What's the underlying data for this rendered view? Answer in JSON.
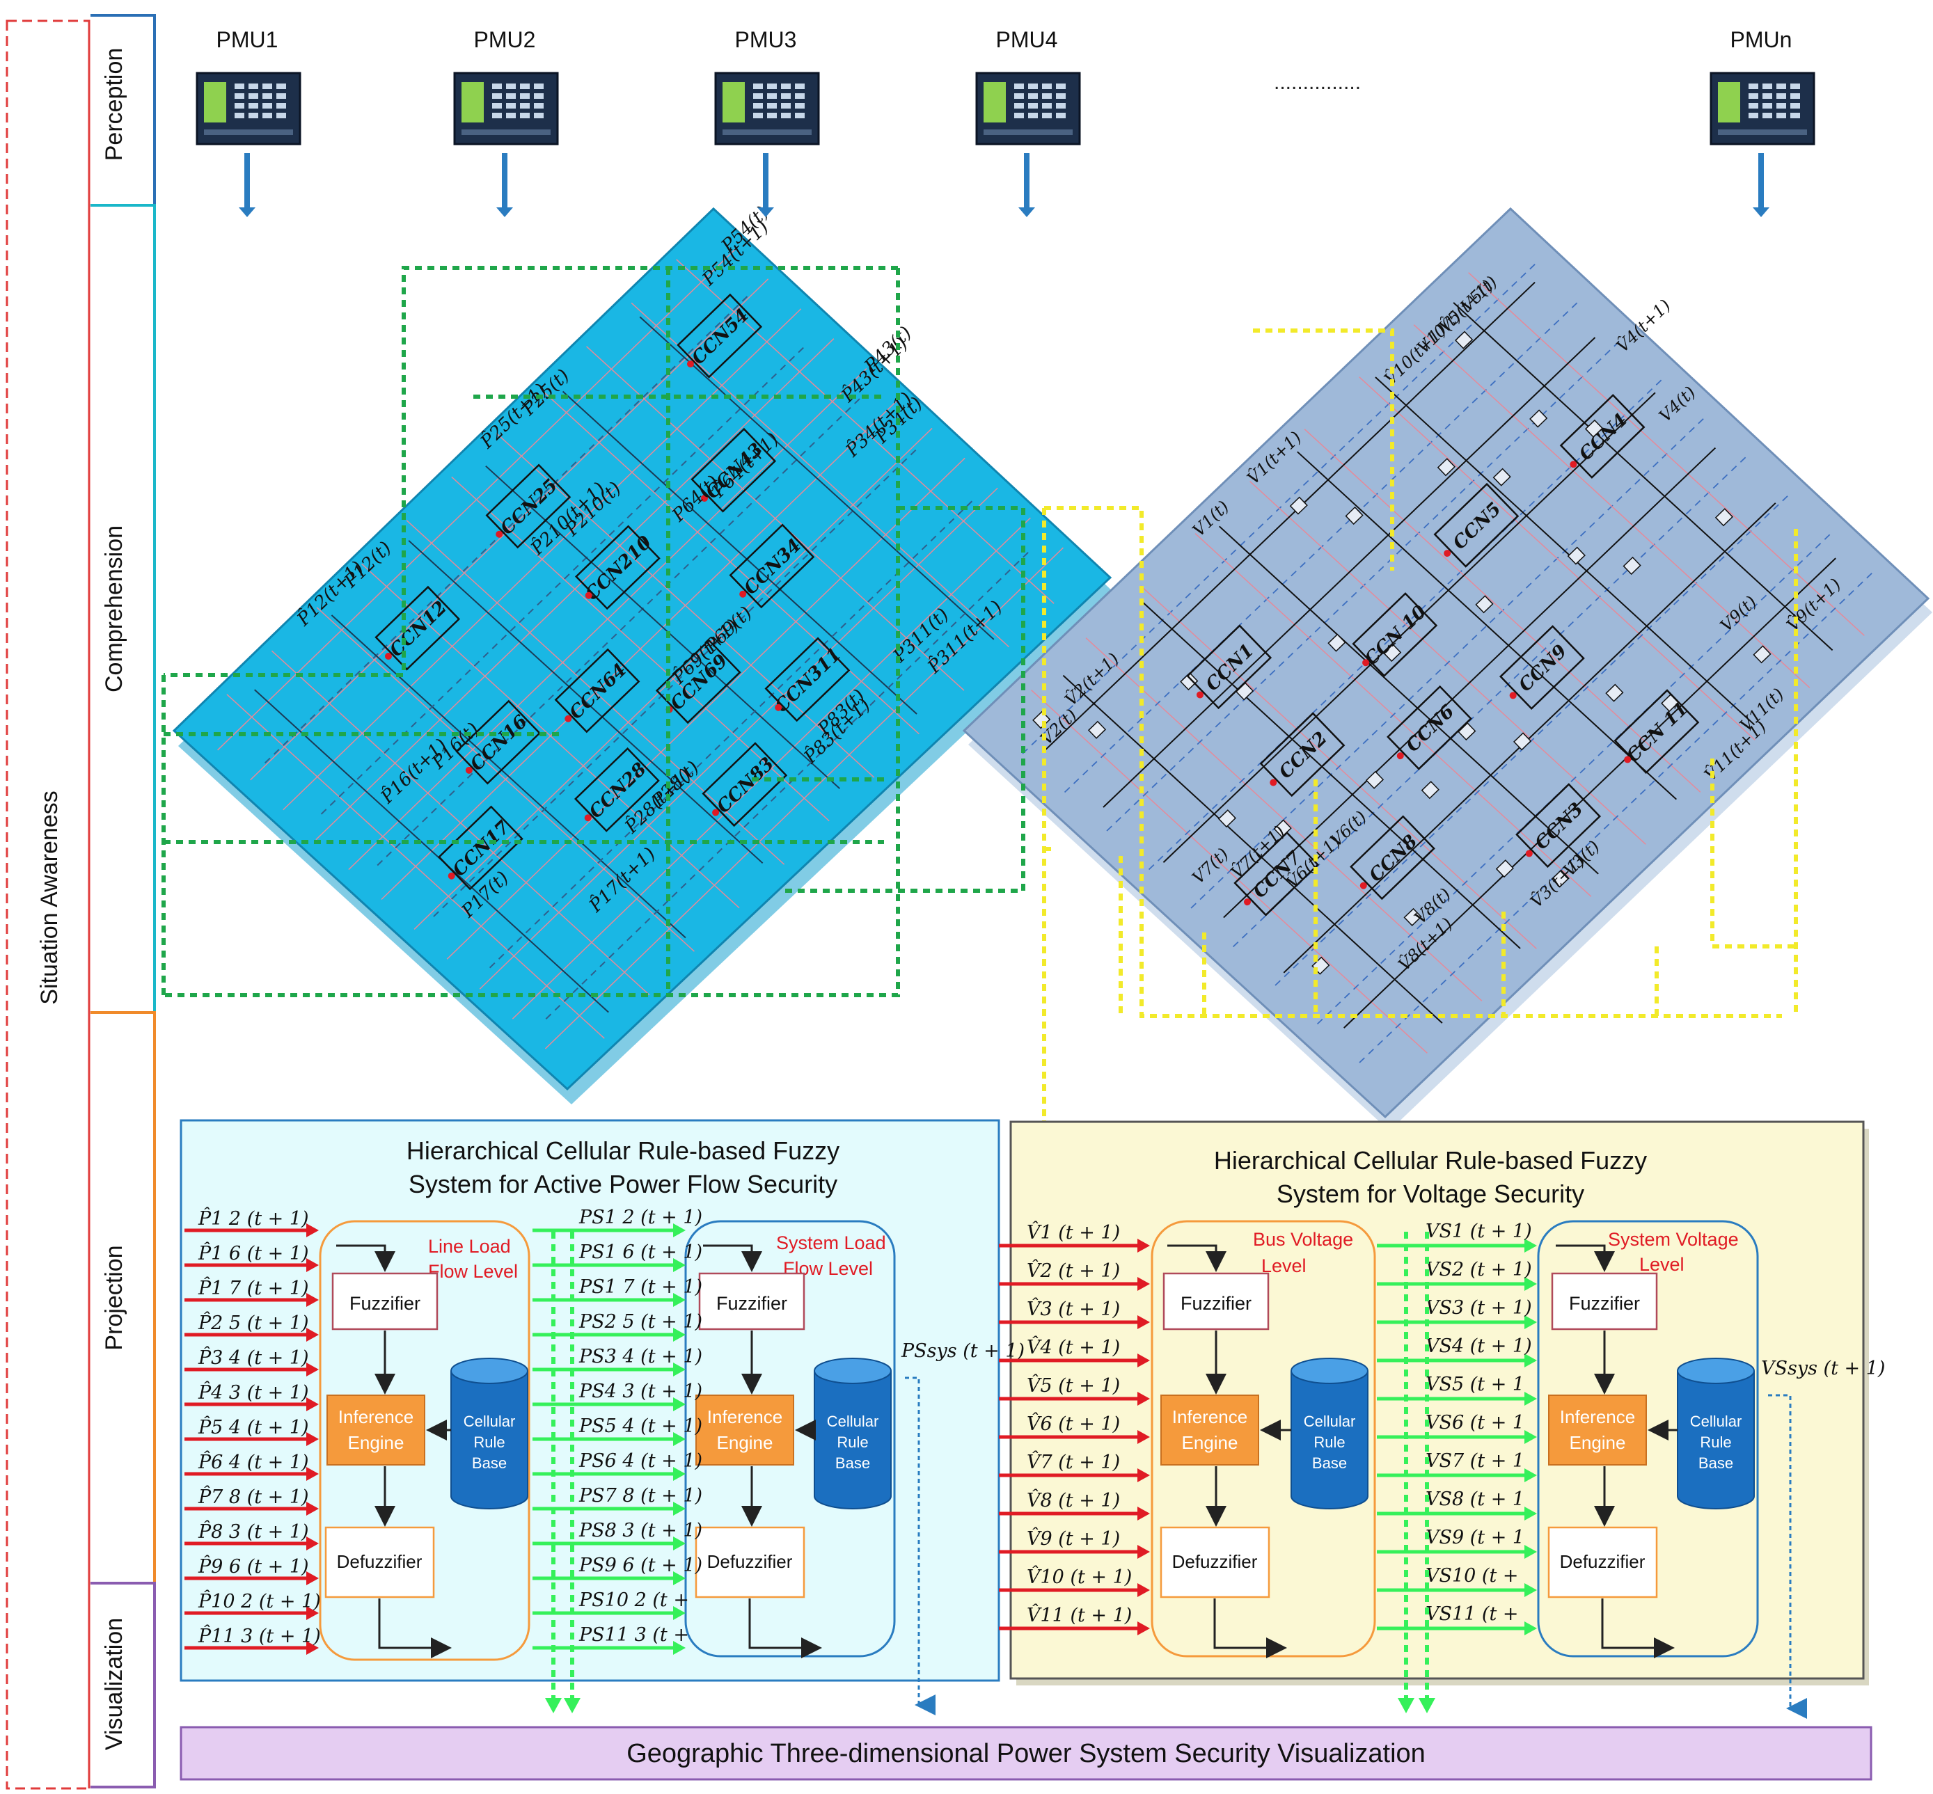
{
  "sidebar": {
    "situation": "Situation Awareness",
    "perception": "Perception",
    "comprehension": "Comprehension",
    "projection": "Projection",
    "visualization": "Visualization"
  },
  "pmus": [
    "PMU1",
    "PMU2",
    "PMU3",
    "PMU4",
    "PMUn"
  ],
  "pmu_dots": "...............",
  "left_grid": {
    "ccn": [
      "CCN54",
      "CCN43",
      "CCN34",
      "CCN25",
      "CCN210",
      "CCN311",
      "CCN12",
      "CCN64",
      "CCN69",
      "CCN16",
      "CCN28",
      "CCN83",
      "CCN17"
    ],
    "labels": [
      "P54(t)",
      "P̂54(t+1)",
      "P̂43(t+1)",
      "P43(t)",
      "P̂34(t+1)",
      "P34(t)",
      "P25(t)",
      "P̂25(t+1)",
      "P210(t)",
      "P̂210(t+1)",
      "P64(t)",
      "P̂64(t+1)",
      "P311(t)",
      "P̂311(t+1)",
      "P12(t)",
      "P̂12(t+1)",
      "P69(t)",
      "P̂69(t+1)",
      "P16(t)",
      "P̂16(t+1)",
      "P83(t)",
      "P̂83(t+1)",
      "P28(t)",
      "P̂28(t+1)",
      "P17(t)",
      "P̂17(t+1)"
    ]
  },
  "right_grid": {
    "ccn": [
      "CCN4",
      "CCN5",
      "CCN9",
      "CCN 11",
      "CCN 10",
      "CCN1",
      "CCN2",
      "CCN6",
      "CCN3",
      "CCN8",
      "CCN7"
    ],
    "labels": [
      "V4(t)",
      "V̂4(t+1)",
      "V̂10(t+1)",
      "V10(t)",
      "V̂5(t+1)",
      "V5(t)",
      "V9(t)",
      "V̂9(t+1)",
      "V11(t)",
      "V̂11(t+1)",
      "V̂1(t+1)",
      "V1(t)",
      "V̂2(t+1)",
      "V2(t)",
      "V6(t)",
      "V̂6(t+1)",
      "V3(t)",
      "V̂3(t+1)",
      "V8(t)",
      "V̂8(t+1)",
      "V7(t)",
      "V̂7(t+1)"
    ]
  },
  "active_panel": {
    "title_line1": "Hierarchical Cellular Rule-based Fuzzy",
    "title_line2": "System for Active Power Flow Security",
    "level1": "Line Load Flow Level",
    "level1_a": "Line Load",
    "level1_b": "Flow Level",
    "level2_a": "System Load",
    "level2_b": "Flow Level",
    "inputs": [
      "P̂1 2 (t + 1)",
      "P̂1 6 (t + 1)",
      "P̂1 7 (t + 1)",
      "P̂2 5 (t + 1)",
      "P̂3 4 (t + 1)",
      "P̂4 3 (t + 1)",
      "P̂5 4 (t + 1)",
      "P̂6 4 (t + 1)",
      "P̂7 8 (t + 1)",
      "P̂8 3 (t + 1)",
      "P̂9 6 (t + 1)",
      "P̂10 2 (t + 1)",
      "P̂11 3 (t + 1)"
    ],
    "middle": [
      "PS1 2 (t + 1)",
      "PS1 6 (t + 1)",
      "PS1 7 (t + 1)",
      "PS2 5 (t + 1)",
      "PS3 4 (t + 1)",
      "PS4 3 (t + 1)",
      "PS5 4 (t + 1)",
      "PS6 4 (t + 1)",
      "PS7 8 (t + 1)",
      "PS8 3 (t + 1)",
      "PS9 6 (t + 1)",
      "PS10 2 (t +",
      "PS11 3 (t +"
    ],
    "output": "PSsys (t + 1)"
  },
  "voltage_panel": {
    "title_line1": "Hierarchical Cellular Rule-based Fuzzy",
    "title_line2": "System  for Voltage Security",
    "level1_a": "Bus Voltage",
    "level1_b": "Level",
    "level2_a": "System Voltage",
    "level2_b": "Level",
    "inputs": [
      "V̂1 (t + 1)",
      "V̂2 (t + 1)",
      "V̂3 (t + 1)",
      "V̂4 (t + 1)",
      "V̂5 (t + 1)",
      "V̂6 (t + 1)",
      "V̂7 (t + 1)",
      "V̂8 (t + 1)",
      "V̂9 (t + 1)",
      "V̂10 (t + 1)",
      "V̂11 (t + 1)"
    ],
    "middle": [
      "VS1 (t + 1)",
      "VS2 (t + 1)",
      "VS3 (t + 1)",
      "VS4 (t + 1)",
      "VS5 (t + 1",
      "VS6 (t + 1",
      "VS7 (t + 1",
      "VS8 (t + 1",
      "VS9 (t + 1",
      "VS10 (t +",
      "VS11 (t +"
    ],
    "output": "VSsys (t + 1)"
  },
  "blocks": {
    "fuzzifier": "Fuzzifier",
    "inference_a": "Inference",
    "inference_b": "Engine",
    "crb_a": "Cellular",
    "crb_b": "Rule",
    "crb_c": "Base",
    "defuzzifier": "Defuzzifier"
  },
  "bottom_bar": "Geographic Three-dimensional Power System Security Visualization",
  "colors": {
    "cyan_plane": "#1ab7e4",
    "blue_plane": "#9fb9d9",
    "green_dash": "#1fa64a",
    "yellow_dash": "#f2ea2a",
    "red_arrow": "#e01b24",
    "green_arrow": "#35f05a",
    "orange": "#f59a3c",
    "panel_cyan": "#e3fbfd",
    "panel_yellow": "#fbf8d4",
    "bar_purple": "#e5cdf2"
  }
}
